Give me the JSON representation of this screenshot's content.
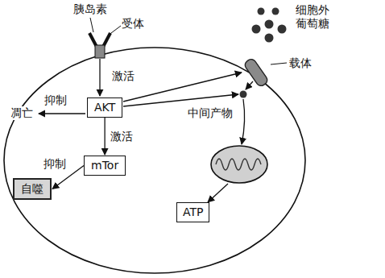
{
  "diagram": {
    "nodes": [
      {
        "text": [
          "AKT"
        ]
      },
      {
        "text": [
          "mTor"
        ]
      },
      {
        "text": [
          "自噬"
        ]
      },
      {
        "text": [
          "ATP"
        ]
      }
    ],
    "edges": [
      {
        "from": 0,
        "to": 1,
        "arrow": "to",
        "label": "激活"
      },
      {
        "from": 1,
        "to": 2,
        "arrow": "to",
        "label": "抑制"
      }
    ],
    "labels": [
      "胰岛素",
      "受体",
      "细胞外葡萄糖",
      "激活",
      "载体",
      "抑制",
      "凋亡",
      "中间产物"
    ]
  }
}
